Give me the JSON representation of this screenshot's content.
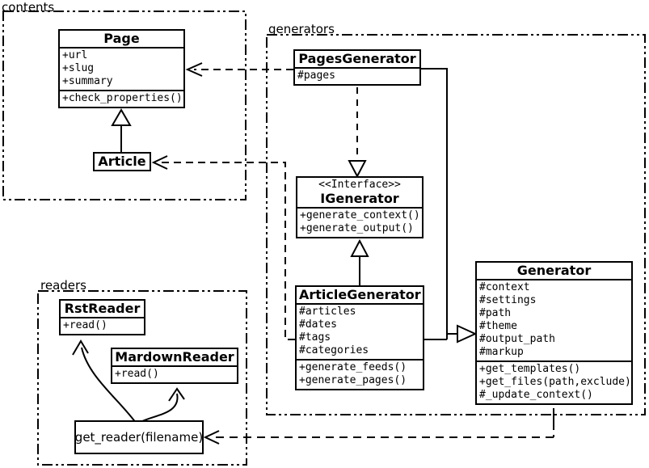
{
  "diagram_type": "uml-class-diagram",
  "colors": {
    "line": "#000000",
    "background": "#ffffff"
  },
  "packages": {
    "contents": {
      "label": "contents"
    },
    "generators": {
      "label": "generators"
    },
    "readers": {
      "label": "readers"
    }
  },
  "classes": {
    "page": {
      "title": "Page",
      "attributes": [
        "+url",
        "+slug",
        "+summary"
      ],
      "methods": [
        "+check_properties()"
      ]
    },
    "article": {
      "title": "Article"
    },
    "pages_generator": {
      "title": "PagesGenerator",
      "attributes": [
        "#pages"
      ]
    },
    "igenerator": {
      "stereotype": "<<Interface>>",
      "title": "IGenerator",
      "methods": [
        "+generate_context()",
        "+generate_output()"
      ]
    },
    "article_generator": {
      "title": "ArticleGenerator",
      "attributes": [
        "#articles",
        "#dates",
        "#tags",
        "#categories"
      ],
      "methods": [
        "+generate_feeds()",
        "+generate_pages()"
      ]
    },
    "generator": {
      "title": "Generator",
      "attributes": [
        "#context",
        "#settings",
        "#path",
        "#theme",
        "#output_path",
        "#markup"
      ],
      "methods": [
        "+get_templates()",
        "+get_files(path,exclude)",
        "#_update_context()"
      ]
    },
    "rst_reader": {
      "title": "RstReader",
      "methods": [
        "+read()"
      ]
    },
    "markdown_reader": {
      "title": "MardownReader",
      "methods": [
        "+read()"
      ]
    },
    "get_reader": {
      "title": "get_reader(filename)"
    }
  },
  "relationships": [
    {
      "from": "Article",
      "to": "Page",
      "type": "generalization"
    },
    {
      "from": "PagesGenerator",
      "to": "Page",
      "type": "dependency"
    },
    {
      "from": "ArticleGenerator",
      "to": "Article",
      "type": "dependency"
    },
    {
      "from": "PagesGenerator",
      "to": "IGenerator",
      "type": "realization"
    },
    {
      "from": "ArticleGenerator",
      "to": "IGenerator",
      "type": "generalization"
    },
    {
      "from": "PagesGenerator",
      "to": "Generator",
      "type": "generalization"
    },
    {
      "from": "ArticleGenerator",
      "to": "Generator",
      "type": "generalization"
    },
    {
      "from": "Generator",
      "to": "get_reader(filename)",
      "type": "dependency"
    },
    {
      "from": "get_reader(filename)",
      "to": "RstReader",
      "type": "arrow"
    },
    {
      "from": "get_reader(filename)",
      "to": "MardownReader",
      "type": "arrow"
    }
  ]
}
